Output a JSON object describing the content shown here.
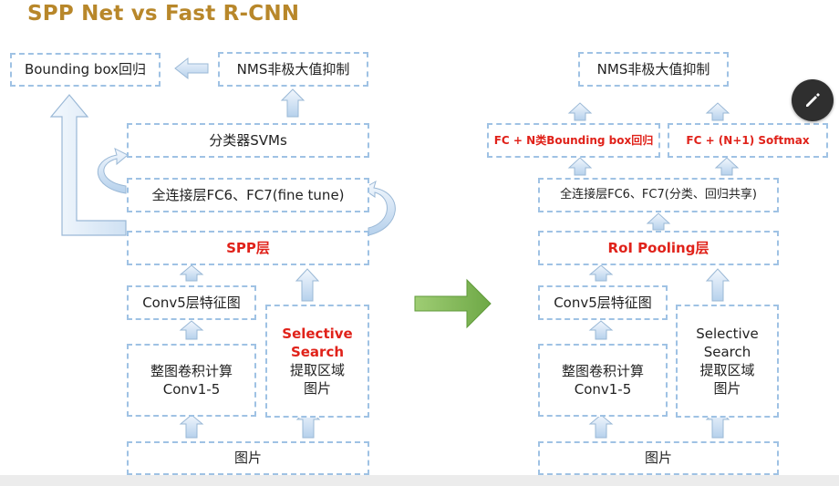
{
  "title": "SPP Net vs Fast R-CNN",
  "left": {
    "bbox_regression": "Bounding box回归",
    "nms": "NMS非极大值抑制",
    "svm": "分类器SVMs",
    "fc": "全连接层FC6、FC7(fine tune)",
    "spp": "SPP层",
    "conv5": "Conv5层特征图",
    "conv_full_line1": "整图卷积计算",
    "conv_full_line2": "Conv1-5",
    "selective_line1": "Selective",
    "selective_line2": "Search",
    "region_line1": "提取区域",
    "region_line2": "图片",
    "image": "图片"
  },
  "right": {
    "nms": "NMS非极大值抑制",
    "fc_bbox": "FC + N类Bounding box回归",
    "fc_softmax": "FC + (N+1) Softmax",
    "fc": "全连接层FC6、FC7(分类、回归共享)",
    "roi": "RoI Pooling层",
    "conv5": "Conv5层特征图",
    "conv_full_line1": "整图卷积计算",
    "conv_full_line2": "Conv1-5",
    "selective_line1": "Selective",
    "selective_line2": "Search",
    "region_line1": "提取区域",
    "region_line2": "图片",
    "image": "图片"
  },
  "colors": {
    "title": "#b8872a",
    "border": "#9fc2e4",
    "highlight": "#e0221a",
    "arrow": "#d2e4f6",
    "big_arrow": "#86b95c"
  },
  "icons": {
    "edit": "pencil-icon"
  }
}
